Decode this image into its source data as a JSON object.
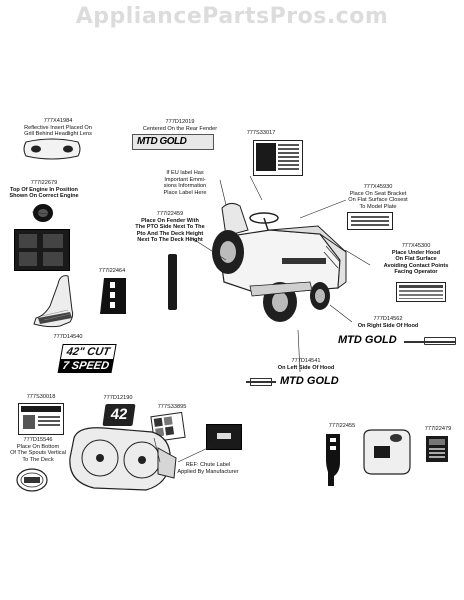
{
  "watermark": "AppliancePartsPros.com",
  "parts": {
    "p1": {
      "number": "777X41984",
      "desc": [
        "Reflective Insert Placed On",
        "Grill Behind Headlight Lens"
      ]
    },
    "p2": {
      "number": "777D12019",
      "desc": [
        "Centered On the Rear Fender"
      ]
    },
    "p3": {
      "number": "777S33017"
    },
    "p4": {
      "number": "777I22679",
      "desc": [
        "Top Of Engine In Position",
        "Shown On Correct Engine"
      ]
    },
    "p5": {
      "number": "777X45930",
      "desc": [
        "Place On Seat Bracket",
        "On Flat Surface Closest",
        "To Model Plate"
      ]
    },
    "p6": {
      "desc": [
        "If EU label Has",
        "Important Emmi-",
        "sions Information",
        "Place Label Here"
      ]
    },
    "p7": {
      "number": "777I22459",
      "desc": [
        "Place On Fender With",
        "The PTO Side Next To The",
        "Pto And The Deck Height",
        "Next To The Deck Height"
      ]
    },
    "p8": {
      "number": "777X45300",
      "desc": [
        "Place Under Hood",
        "On Flat Surface",
        "Avoiding Contact Points",
        "Facing Operator"
      ]
    },
    "p9": {
      "number": "777I22464"
    },
    "p10": {
      "number": "777D14562",
      "desc": [
        "On Right Side Of Hood"
      ]
    },
    "p11": {
      "number": "777D14540"
    },
    "p12": {
      "number": "777D14541",
      "desc": [
        "On Left Side Of Hood"
      ]
    },
    "p13": {
      "number": "777S30018"
    },
    "p14": {
      "number": "777D12190"
    },
    "p15": {
      "number": "777S33895"
    },
    "p16": {
      "number": "777I22455"
    },
    "p17": {
      "number": "777I22479"
    },
    "p18": {
      "number": "777D15546",
      "desc": [
        "Place On Bottom",
        "Of The Spouts Vertical",
        "To The Deck"
      ]
    },
    "p19": {
      "desc": [
        "REF: Chute Label",
        "Applied By Manufacturer"
      ]
    }
  },
  "decals": {
    "mtd_gold": "MTD GOLD",
    "cut_top": "42\" CUT",
    "cut_bottom": "7 SPEED",
    "deck_size": "42",
    "mtd_side": "MTD",
    "mtd_side_gold": "GOLD"
  }
}
